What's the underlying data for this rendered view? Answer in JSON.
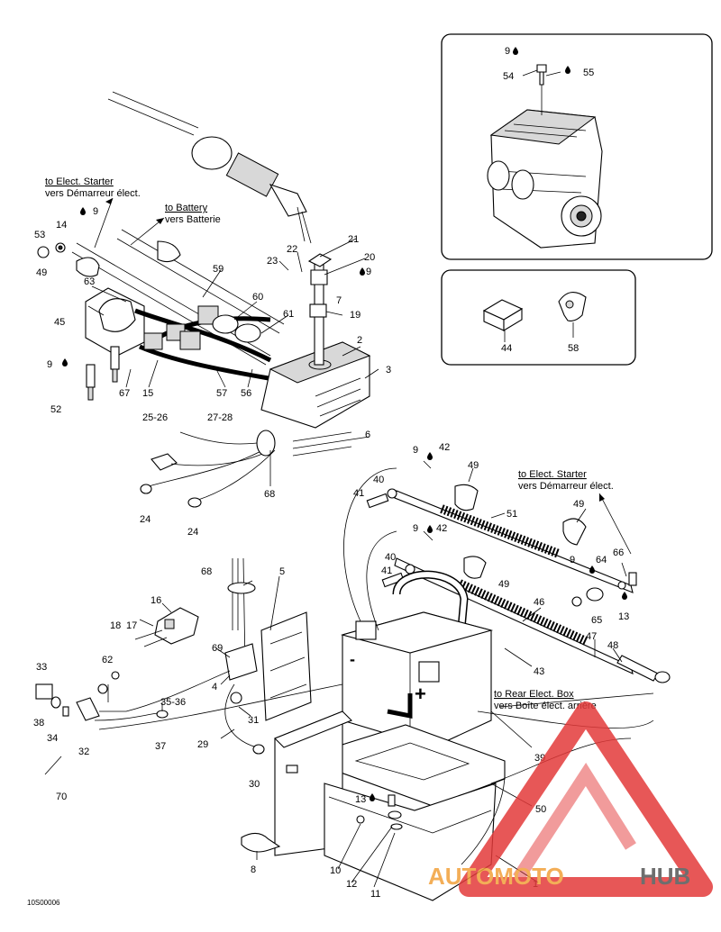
{
  "annotations": {
    "to_starter_1": "to Elect. Starter",
    "to_starter_1_fr": "vers Démarreur élect.",
    "to_battery": "to Battery",
    "to_battery_fr": "vers Batterie",
    "to_starter_2": "to Elect. Starter",
    "to_starter_2_fr": "vers Démarreur élect.",
    "to_rear_box": "to Rear Elect. Box",
    "to_rear_box_fr": "vers Boîte élect. arrière"
  },
  "battery_symbols": {
    "negative": "-",
    "positive": "+"
  },
  "figure_code": "10S00006",
  "watermark": {
    "brand_a": "AUTOMOTO",
    "brand_b": "HUB"
  },
  "colors": {
    "line": "#000000",
    "watermark_red": "#e33a3a",
    "watermark_orange": "#f2a03a",
    "watermark_gray": "#555555"
  },
  "part_labels": [
    "9",
    "54",
    "55",
    "21",
    "22",
    "23",
    "20",
    "9",
    "7",
    "19",
    "2",
    "3",
    "53",
    "14",
    "9",
    "49",
    "63",
    "45",
    "9",
    "52",
    "67",
    "15",
    "57",
    "56",
    "59",
    "60",
    "61",
    "25-26",
    "27-28",
    "24",
    "24",
    "68",
    "6",
    "9",
    "42",
    "40",
    "41",
    "49",
    "51",
    "9",
    "42",
    "40",
    "41",
    "49",
    "49",
    "9",
    "64",
    "66",
    "65",
    "13",
    "46",
    "47",
    "48",
    "43",
    "39",
    "50",
    "44",
    "58",
    "68",
    "5",
    "16",
    "17",
    "18",
    "69",
    "4",
    "62",
    "31",
    "33",
    "38",
    "34",
    "32",
    "35-36",
    "37",
    "29",
    "70",
    "30",
    "13",
    "10",
    "12",
    "11",
    "8",
    "1"
  ]
}
